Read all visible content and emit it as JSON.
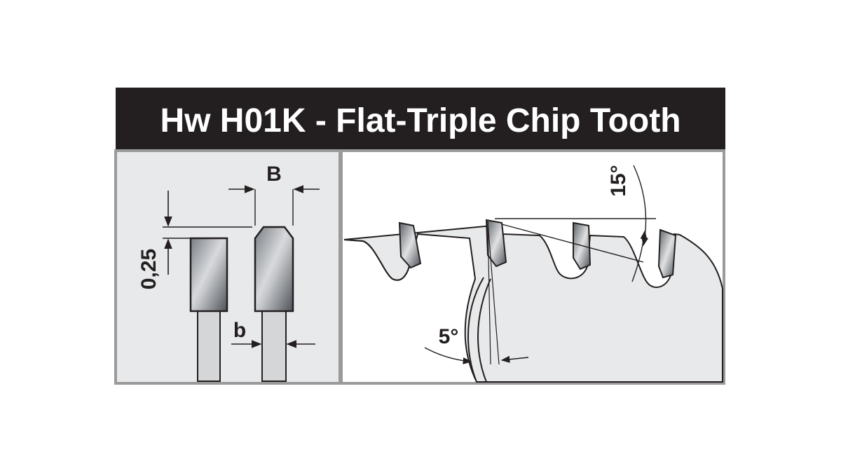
{
  "header": {
    "title": "Hw H01K - Flat-Triple Chip Tooth"
  },
  "left_panel": {
    "label_B": "B",
    "label_b": "b",
    "label_height": "0,25"
  },
  "right_panel": {
    "label_top_angle": "15°",
    "label_side_angle": "5°"
  },
  "colors": {
    "header_bg": "#231f20",
    "header_text": "#ffffff",
    "panel_bg": "#e8e9ea",
    "frame": "#9a9a9a",
    "outline": "#231f20",
    "tooth_light": "#d4d6d8",
    "tooth_dark": "#5c6066"
  },
  "icons": [
    "dimension-arrow-icon"
  ]
}
